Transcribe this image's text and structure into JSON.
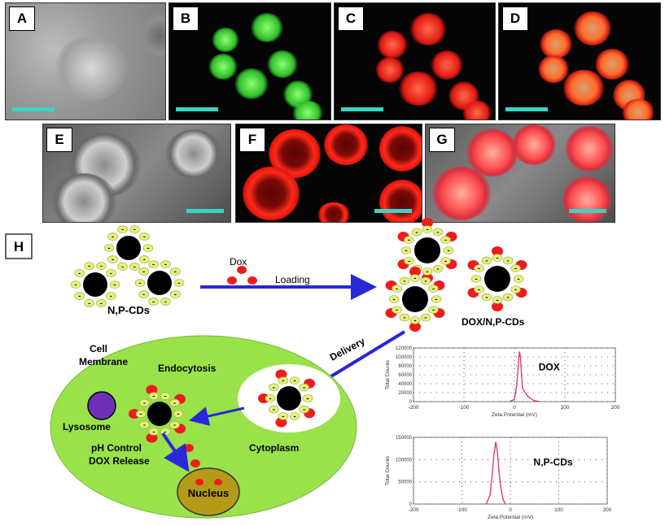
{
  "panels": {
    "a": "A",
    "b": "B",
    "c": "C",
    "d": "D",
    "e": "E",
    "f": "F",
    "g": "G",
    "h": "H"
  },
  "diagram": {
    "np_cds": "N,P-CDs",
    "dox": "Dox",
    "loading": "Loading",
    "dox_np_cds": "DOX/N,P-CDs",
    "delivery": "Delivery",
    "cell_membrane_1": "Cell",
    "cell_membrane_2": "Membrane",
    "endocytosis": "Endocytosis",
    "lysosome": "Lysosome",
    "ph_control": "pH Control",
    "dox_release": "DOX Release",
    "cytoplasm": "Cytoplasm",
    "nucleus": "Nucleus",
    "minus": "-"
  },
  "colors": {
    "cell_green": "#99e24a",
    "dox_red": "#ee1c1c",
    "cd_black": "#000000",
    "charge_yellow": "#e5f07a",
    "arrow_blue": "#2828d8",
    "lysosome_purple": "#6f2fb8",
    "nucleus_olive": "#b59a18"
  },
  "chart_data": [
    {
      "type": "line",
      "label": "DOX",
      "xlabel": "Zeta Potential (mV)",
      "ylabel": "Total Counts",
      "xlim": [
        -200,
        200
      ],
      "ylim": [
        0,
        120000
      ],
      "x_ticks": [
        "-200",
        "-100",
        "0",
        "100",
        "200"
      ],
      "y_ticks": [
        "0",
        "20000",
        "40000",
        "60000",
        "80000",
        "100000",
        "120000"
      ],
      "grid": true,
      "series": [
        {
          "x": [
            -10,
            0,
            5,
            8,
            10,
            12,
            14,
            16,
            20,
            25,
            30,
            40,
            50
          ],
          "y": [
            0,
            5000,
            40000,
            90000,
            112000,
            100000,
            60000,
            30000,
            22000,
            15000,
            8000,
            2000,
            0
          ]
        }
      ]
    },
    {
      "type": "line",
      "label": "N,P-CDs",
      "xlabel": "Zeta Potential (mV)",
      "ylabel": "Total Counts",
      "xlim": [
        -200,
        200
      ],
      "ylim": [
        0,
        150000
      ],
      "x_ticks": [
        "-200",
        "-100",
        "0",
        "100",
        "200"
      ],
      "y_ticks": [
        "0",
        "50000",
        "100000",
        "150000"
      ],
      "grid": true,
      "series": [
        {
          "x": [
            -50,
            -42,
            -38,
            -34,
            -30,
            -27,
            -24,
            -20,
            -15,
            -10
          ],
          "y": [
            0,
            20000,
            60000,
            110000,
            140000,
            120000,
            80000,
            40000,
            10000,
            0
          ]
        }
      ]
    }
  ]
}
